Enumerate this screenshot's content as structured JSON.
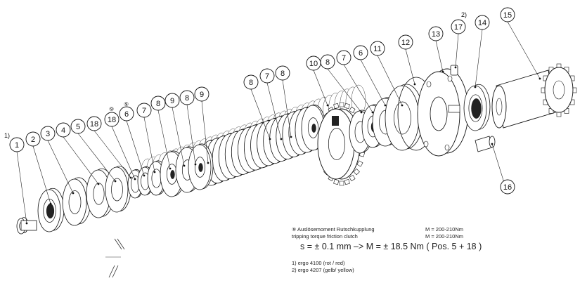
{
  "callouts": [
    "1",
    "2",
    "3",
    "4",
    "5",
    "18",
    "18",
    "6",
    "7",
    "8",
    "9",
    "8",
    "9",
    "8",
    "7",
    "8",
    "10",
    "8",
    "7",
    "6",
    "11",
    "12",
    "13",
    "17",
    "14",
    "15",
    "16"
  ],
  "footnote_marks": [
    "1)",
    "2)"
  ],
  "circled_marks": [
    "⑨",
    "⑨"
  ],
  "notes": {
    "symbol": "⑨",
    "de": "Auslösemoment Rutschkupplung",
    "en": "tripping torque friction clutch",
    "m1": "M = 200-210Nm",
    "m2": "M = 200-210Nm",
    "formula": "s = ± 0.1 mm   –>   M = ± 18.5 Nm   ( Pos. 5 + 18 )",
    "footnote1": "1) ergo 4100 (rot / red)",
    "footnote2": "2) ergo 4207 (gelb/ yellow)"
  }
}
